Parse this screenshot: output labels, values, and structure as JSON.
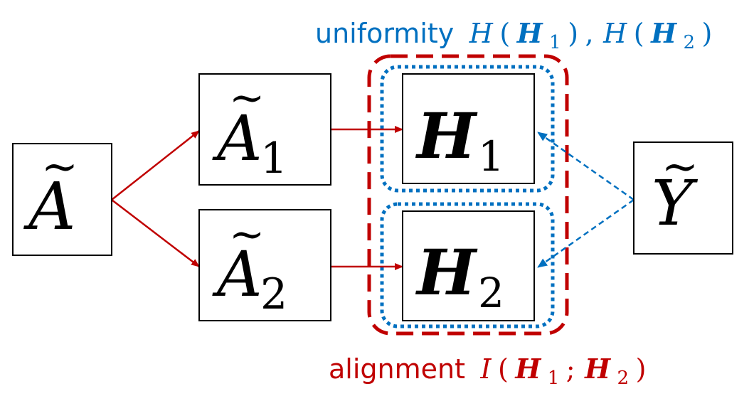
{
  "colors": {
    "red": "#c00000",
    "blue": "#0070c0",
    "box_stroke": "#000000"
  },
  "nodes": {
    "a": {
      "base": "A",
      "tilde": "~",
      "sub": ""
    },
    "a1": {
      "base": "A",
      "tilde": "~",
      "sub": "1"
    },
    "a2": {
      "base": "A",
      "tilde": "~",
      "sub": "2"
    },
    "h1": {
      "base": "H",
      "sub": "1"
    },
    "h2": {
      "base": "H",
      "sub": "2"
    },
    "y": {
      "base": "Y",
      "tilde": "~",
      "sub": ""
    }
  },
  "labels": {
    "uniformity": {
      "word": "uniformity",
      "f1": "H",
      "lp1": "(",
      "b1": "H",
      "s1": "1",
      "rp1": ")",
      "comma": ",",
      "f2": "H",
      "lp2": "(",
      "b2": "H",
      "s2": "2",
      "rp2": ")"
    },
    "alignment": {
      "word": "alignment",
      "f": "I",
      "lp": "(",
      "b1": "H",
      "s1": "1",
      "semi": ";",
      "b2": "H",
      "s2": "2",
      "rp": ")"
    }
  }
}
